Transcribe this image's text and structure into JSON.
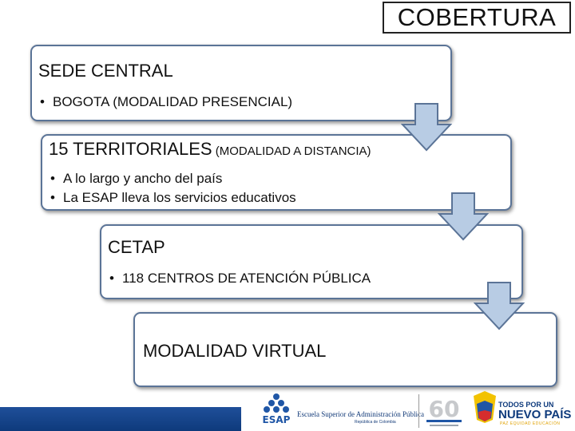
{
  "title": "COBERTURA",
  "cards": [
    {
      "title": "SEDE CENTRAL",
      "title_small": "",
      "bullets": [
        "BOGOTA (MODALIDAD PRESENCIAL)"
      ]
    },
    {
      "title": "15 TERRITORIALES",
      "title_small": " (MODALIDAD A DISTANCIA)",
      "bullets": [
        "A lo largo y ancho del país",
        "La ESAP lleva los servicios educativos"
      ]
    },
    {
      "title": "CETAP",
      "title_small": "",
      "bullets": [
        "118 CENTROS DE ATENCIÓN PÚBLICA"
      ]
    },
    {
      "title": "MODALIDAD VIRTUAL",
      "title_small": "",
      "bullets": []
    }
  ],
  "footer": {
    "esap_name": "Escuela Superior de Administración Pública",
    "esap_country": "República de Colombia",
    "gov_line1": "TODOS POR UN",
    "gov_line2": "NUEVO PAÍS",
    "gov_line3": "PAZ  EQUIDAD  EDUCACIÓN",
    "brand_blue": "#0e3a7c",
    "brand_yellow": "#e0a100",
    "card_border": "#5b7497",
    "arrow_fill": "#b8cce4"
  }
}
